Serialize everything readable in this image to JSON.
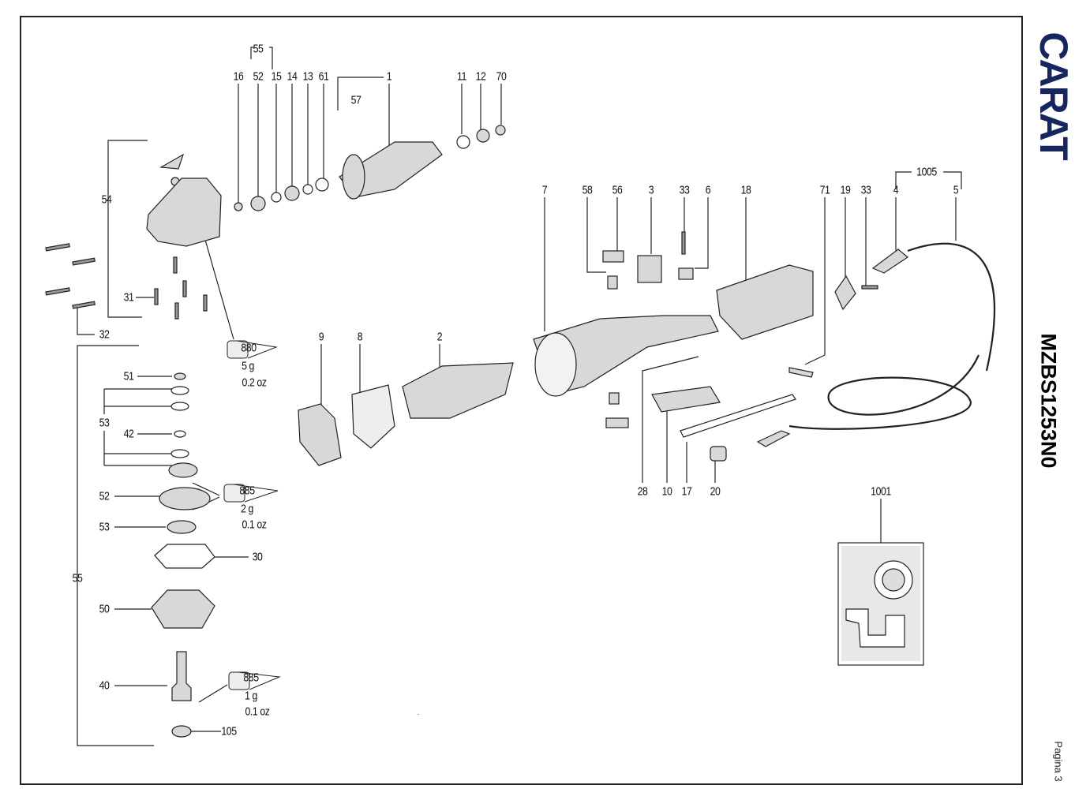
{
  "brand": {
    "logo_text": "CARAT",
    "colors": {
      "primary": "#16275f",
      "accent": "#f2d21b"
    }
  },
  "model": "MZBS1253N0",
  "page_label": "Pagina 3",
  "callouts": [
    "55",
    "16",
    "52",
    "15",
    "14",
    "13",
    "61",
    "1",
    "57",
    "11",
    "12",
    "70",
    "54",
    "31",
    "32",
    "7",
    "58",
    "56",
    "3",
    "33",
    "6",
    "18",
    "71",
    "19",
    "33",
    "1005",
    "4",
    "5",
    "9",
    "8",
    "2",
    "51",
    "53",
    "42",
    "52",
    "53",
    "30",
    "55",
    "50",
    "40",
    "105",
    "28",
    "10",
    "17",
    "20",
    "1001"
  ],
  "grease": [
    {
      "code": "880",
      "weight": "5 g",
      "ounces": "0.2 oz"
    },
    {
      "code": "885",
      "weight": "2 g",
      "ounces": "0.1 oz"
    },
    {
      "code": "885",
      "weight": "1 g",
      "ounces": "0.1 oz"
    }
  ]
}
